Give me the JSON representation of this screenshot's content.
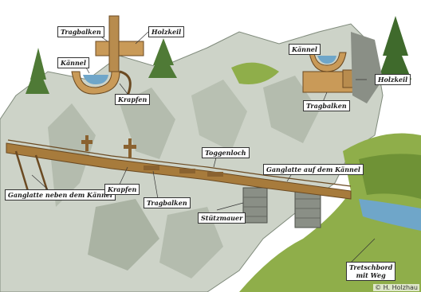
{
  "labels": {
    "tragbalken_top": "Tragbalken",
    "holzkeil_top": "Holzkeil",
    "kaennel_top": "Kännel",
    "krapfen_top": "Krapfen",
    "kaennel_right": "Kännel",
    "holzkeil_right": "Holzkeil",
    "tragbalken_right": "Tragbalken",
    "toggenloch": "Toggenloch",
    "ganglatte_auf": "Ganglatte auf dem Kännel",
    "ganglatte_neben": "Ganglatte neben dem Kännel",
    "krapfen_main": "Krapfen",
    "tragbalken_main": "Tragbalken",
    "stuetzmauer": "Stützmauer",
    "tretschbord_line1": "Tretschbord",
    "tretschbord_line2": "mit Weg"
  },
  "copyright": "© H. Holzhau",
  "colors": {
    "rock": "#cdd3c8",
    "rock_shadow": "#9ea89a",
    "grass": "#8fae4a",
    "wood": "#a77b3c",
    "wood_dark": "#6b4a22",
    "water": "#6fa6c9"
  }
}
